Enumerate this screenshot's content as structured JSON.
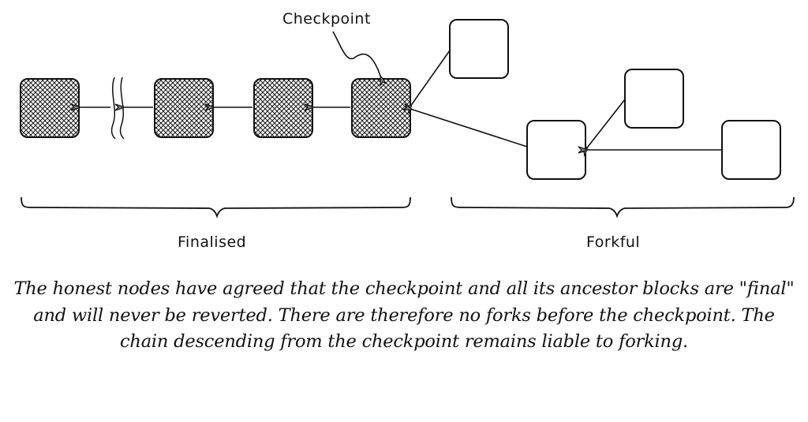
{
  "diagram": {
    "annotation": "Checkpoint",
    "finalised_label": "Finalised",
    "forkful_label": "Forkful",
    "finalised_chain": [
      {
        "id": "b1",
        "state": "finalised"
      },
      {
        "id": "gap",
        "state": "break"
      },
      {
        "id": "b2",
        "state": "finalised"
      },
      {
        "id": "b3",
        "state": "finalised"
      },
      {
        "id": "checkpoint",
        "state": "finalised"
      }
    ],
    "fork_blocks": [
      {
        "id": "f1",
        "parent": "checkpoint"
      },
      {
        "id": "f2",
        "parent": "checkpoint"
      },
      {
        "id": "f3",
        "parent": "f2"
      },
      {
        "id": "f4",
        "parent": "f2"
      }
    ],
    "colors": {
      "stroke": "#111111",
      "hatch": "#222222",
      "background": "#ffffff"
    }
  },
  "caption": "The honest nodes have agreed that the checkpoint and all its ancestor blocks are \"final\" and will never be reverted. There are therefore no forks before the checkpoint. The chain descending from the checkpoint remains liable to forking."
}
